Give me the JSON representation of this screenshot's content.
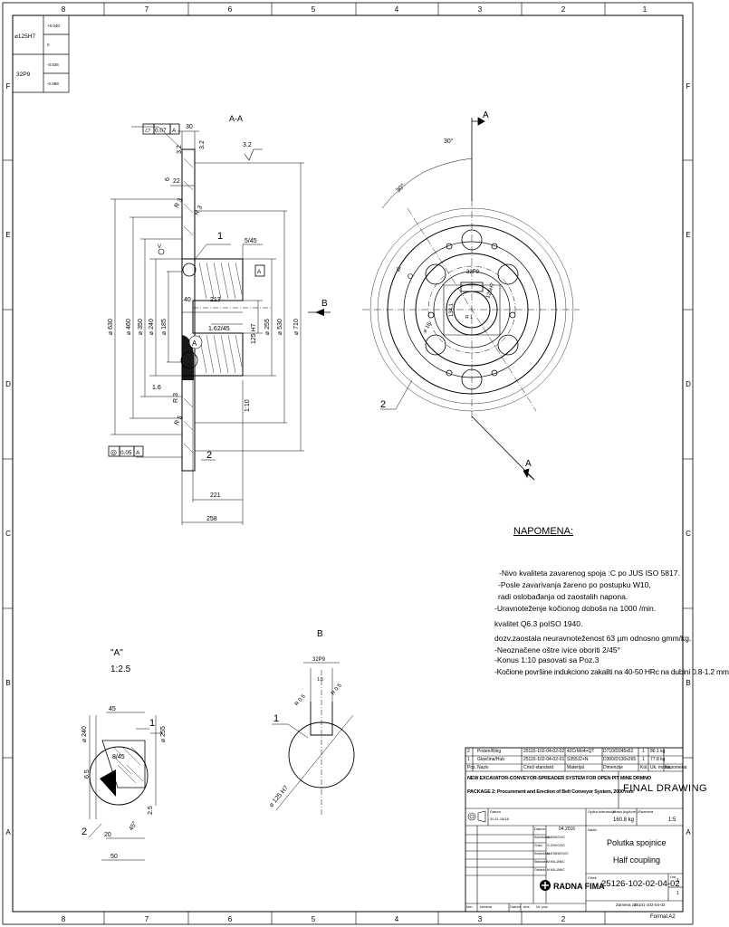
{
  "frame": {
    "top_zones": [
      "8",
      "7",
      "6",
      "5",
      "4",
      "3",
      "2",
      "1"
    ],
    "bottom_zones": [
      "8",
      "7",
      "6",
      "5",
      "4",
      "3",
      "2",
      "1"
    ],
    "left_zones": [
      "F",
      "E",
      "D",
      "C",
      "B",
      "A"
    ],
    "right_zones": [
      "F",
      "E",
      "D",
      "C",
      "B",
      "A"
    ]
  },
  "tolerance_table": {
    "rows": [
      {
        "fit": "⌀125H7",
        "upper": "+0.040",
        "lower": "0"
      },
      {
        "fit": "32P9",
        "upper": "-0.026",
        "lower": "-0.088"
      }
    ]
  },
  "section_aa": {
    "title": "A-A",
    "part_label_1": "1",
    "part_label_2": "2",
    "flatness": {
      "symbol": "▱",
      "value": "0.07",
      "datum": "A"
    },
    "runout": {
      "symbol": "◎",
      "value": "0.05",
      "datum": "A"
    },
    "datum_a_box": "A",
    "datum_v": "V",
    "datum_a_circle": "A",
    "view_arrow": "B",
    "dims": {
      "d630": "⌀ 630",
      "d460": "⌀ 460",
      "d350": "⌀ 350",
      "d240": "⌀ 240",
      "d185": "⌀ 185",
      "d125": "125 H7",
      "d255": "⌀ 255",
      "d530": "⌀ 530",
      "d710": "⌀ 710",
      "w30": "30",
      "w22": "22",
      "w6": "6",
      "w40": "40",
      "w213": "213",
      "w221": "221",
      "w258": "258",
      "ch1": "5/45",
      "ch2": "2/45",
      "r3a": "R 3",
      "r3b": "R 3",
      "r5": "R 5",
      "r3c": "R 3",
      "rough1": "3.2",
      "rough2": "1.6",
      "rough3": "1.6",
      "deg": "1:10",
      "p32": "3.2",
      "p33": "3.2"
    }
  },
  "front_view": {
    "section_arrow_top": "A",
    "section_arrow_bottom": "A",
    "part_label_2": "2",
    "angle1": "30°",
    "angle2": "30°",
    "keyway": "32P9",
    "bore": "125H7",
    "r": "R 1",
    "dim1": "134.1",
    "datum_v": "V",
    "dim_pcd": "⌀ 16"
  },
  "detail_a": {
    "title": "\"A\"",
    "scale": "1:2.5",
    "label_1": "1",
    "label_2": "2",
    "dims": {
      "d45": "45",
      "d240": "⌀ 240",
      "d255": "⌀ 255",
      "ch": "8/45",
      "w20": "20",
      "w50": "50",
      "ang": "45°",
      "h25": "2.5",
      "h65": "6.5"
    }
  },
  "view_b": {
    "title": "B",
    "label_1": "1",
    "keyway": "32P9",
    "r1": "R 0.5",
    "r2": "R 0.5",
    "bore": "⌀ 125 H7",
    "rough": "1.6"
  },
  "notes": {
    "heading": "NAPOMENA:",
    "lines": [
      "-Nivo kvaliteta zavarenog spoja :C po JUS ISO 5817.",
      "-Posle zavarivanja žareno po postupku W10,",
      " radi oslobađanja od zaostalih napona.",
      "-Uravnoteženje kočionog doboša na 1000 /min.",
      "  kvalitet  Q6.3 poISO 1940.",
      "dozv.zaostala neuravnoteženost 63  µm odnosno gmm/kg.",
      "-Neoznačene oštre ivice oboriti 2/45°",
      "-Konus 1:10 pasovati sa Poz.3",
      "-Kočione površine indukciono zakaliti na 40-50 HRc na dubini 0.8-1.2 mm"
    ]
  },
  "bom": {
    "rows": [
      [
        "2",
        "Prsten/Ring",
        "25115-102-04-02-02",
        "42CrMo4+QT",
        "D710/D245x52",
        "1",
        "86.1 kg"
      ],
      [
        "1",
        "Glavčina/Hub",
        "25115-102-04-02-01",
        "S355J2+N",
        "D300/D130x265",
        "1",
        "77.8 kg"
      ]
    ],
    "header": [
      "Poz.",
      "Naziv",
      "Crtež-standard",
      "Materijal",
      "Dimenzije",
      "Kol.",
      "Uk. masa",
      "Napomena"
    ]
  },
  "title_block": {
    "project": "NEW EXCAVATOR-CONVEYOR-SPREADER SYSTEM FOR OPEN PIT MINE DRMNO",
    "package": "PACKAGE 2: Procurement and Erection of Belt Conveyor System, 2000 mm",
    "status": "FINAL DRAWING",
    "date_label": "Datum",
    "date_value": "20.11.15/16",
    "tolerance_label": "Opšta tolerancija",
    "mass_label": "Masa (kg/kom.)",
    "mass_value": "160.8 kg",
    "scale_label": "Razmera",
    "scale_value": "1:5",
    "name_label": "Naziv",
    "name_sr": "Polutka spojnice",
    "name_en": "Half coupling",
    "drawing_label": "Crtež",
    "drawing_number": "25126-102-02-04-02",
    "sheet_label": "List",
    "sheet_value": "1",
    "sheets_value": "1",
    "replaces_label": "Zamena za",
    "replaces_value": "25101-102-04-02",
    "format": "Format A2",
    "company": "RADNA FIMA",
    "date_rows": [
      {
        "role": "Datum",
        "date": "04.2016",
        "name": ""
      },
      {
        "role": "Konstruisao",
        "date": "",
        "name": "G.ZIVKOVIC"
      },
      {
        "role": "Crtao",
        "date": "",
        "name": "G.ZIVKOVIC"
      },
      {
        "role": "Kontrolisao",
        "date": "",
        "name": "M.STANKOVIC"
      },
      {
        "role": "Standard",
        "date": "",
        "name": "M.MILJANIC"
      },
      {
        "role": "Odobrio",
        "date": "",
        "name": "M.MILJANIC"
      }
    ],
    "rev_header": [
      "Izm.",
      "Izmena",
      "Datum",
      "Ime",
      "Ur. poz."
    ]
  }
}
